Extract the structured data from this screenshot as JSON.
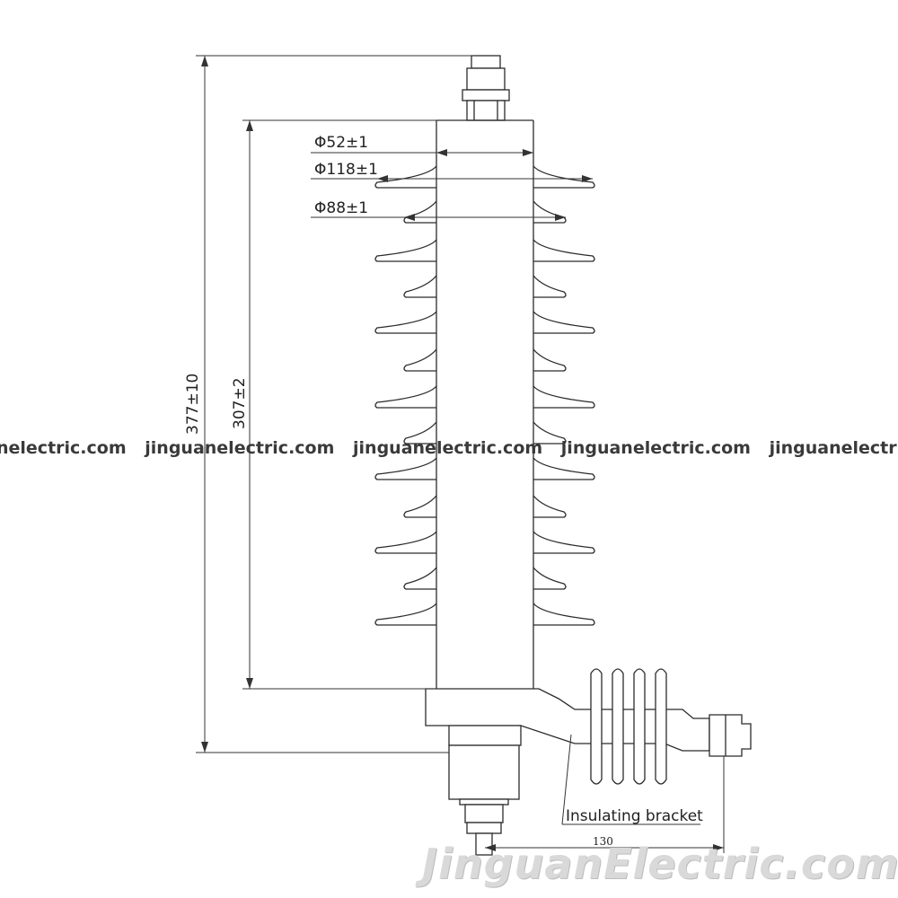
{
  "drawing": {
    "dim_top_diameter": "Φ52±1",
    "dim_large_shed": "Φ118±1",
    "dim_small_shed": "Φ88±1",
    "dim_total_height": "377±10",
    "dim_body_height": "307±2",
    "dim_bracket_length": "130",
    "bracket_label": "Insulating bracket"
  },
  "watermark": {
    "repeated": [
      "nelectric.com",
      "jinguanelectric.com",
      "jinguanelectric.com",
      "jinguanelectric.com",
      "jinguanelectric.com"
    ],
    "brand": "JinguanElectric.com"
  }
}
